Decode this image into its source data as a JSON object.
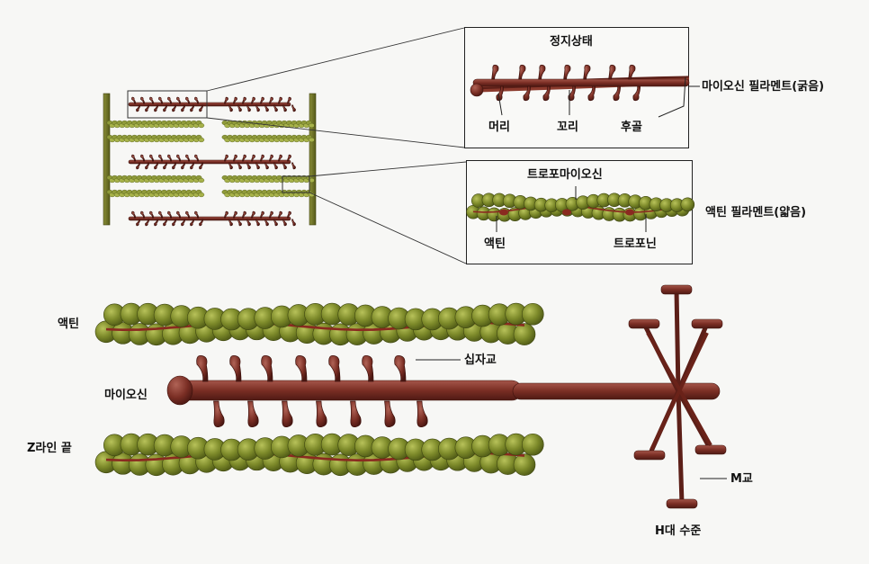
{
  "labels": {
    "resting_state": "정지상태",
    "myosin_thick": "마이오신 필라멘트(굵음)",
    "head": "머리",
    "tail": "꼬리",
    "hinge": "후골",
    "tropomyosin": "트로포마이오신",
    "actin_thin": "액틴 필라멘트(얇음)",
    "actin_inset": "액틴",
    "troponin": "트로포닌",
    "actin_main": "액틴",
    "crossbridge": "십자교",
    "myosin_main": "마이오신",
    "z_line_end": "Z라인 끝",
    "m_bridge": "M교",
    "h_zone_level": "H대 수준"
  },
  "colors": {
    "myosin": "#7a2e24",
    "myosin_light": "#a9584a",
    "actin": "#6b7a22",
    "actin_light": "#a7b24a",
    "z_line": "#6f7327",
    "tropomyosin": "#8a2a20"
  }
}
